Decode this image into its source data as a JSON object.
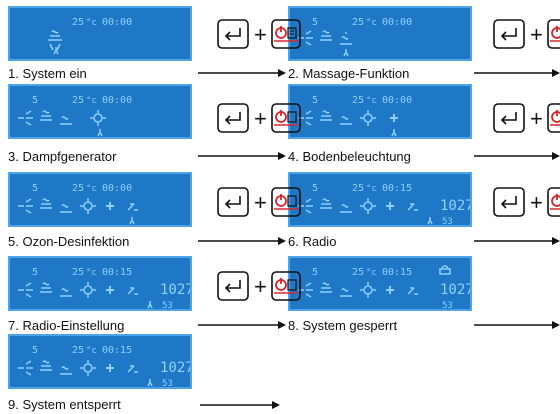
{
  "colors": {
    "panel": "#1f78c6",
    "segment": "#8fd0ff",
    "power": "#d9252a"
  },
  "steps": [
    {
      "caption": "1. System ein",
      "lcd": {
        "mode": "",
        "temp": "25",
        "unit": "°c",
        "time": "00:00"
      }
    },
    {
      "caption": "2. Massage-Funktion",
      "lcd": {
        "mode": "5",
        "temp": "25",
        "unit": "°c",
        "time": "00:00"
      }
    },
    {
      "caption": "3. Dampfgenerator",
      "lcd": {
        "mode": "5",
        "temp": "25",
        "unit": "°c",
        "time": "00:00"
      }
    },
    {
      "caption": "4. Bodenbeleuchtung",
      "lcd": {
        "mode": "5",
        "temp": "25",
        "unit": "°c",
        "time": "00:00"
      }
    },
    {
      "caption": "5. Ozon-Desinfektion",
      "lcd": {
        "mode": "5",
        "temp": "25",
        "unit": "°c",
        "time": "00:00"
      }
    },
    {
      "caption": "6. Radio",
      "lcd": {
        "mode": "5",
        "temp": "25",
        "unit": "°c",
        "time": "00:15",
        "freq": "1027",
        "vol": "53"
      }
    },
    {
      "caption": "7. Radio-Einstellung",
      "lcd": {
        "mode": "5",
        "temp": "25",
        "unit": "°c",
        "time": "00:15",
        "freq": "1027",
        "vol": "53"
      }
    },
    {
      "caption": "8. System gesperrt",
      "lcd": {
        "mode": "5",
        "temp": "25",
        "unit": "°c",
        "time": "00:15",
        "freq": "1027",
        "vol": "53"
      }
    },
    {
      "caption": "9. System entsperrt",
      "lcd": {
        "mode": "5",
        "temp": "25",
        "unit": "°c",
        "time": "00:15",
        "freq": "1027",
        "vol": "53"
      }
    }
  ],
  "buttons": {
    "enter_icon": "enter-return-icon",
    "plus": "+",
    "power_icon": "power-menu-icon"
  }
}
